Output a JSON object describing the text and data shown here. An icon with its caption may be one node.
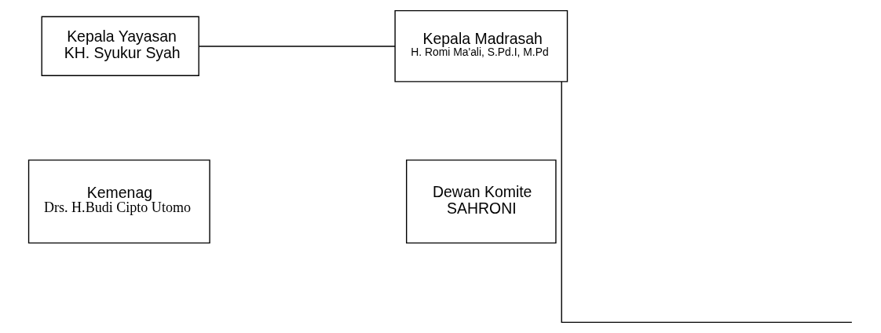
{
  "diagram": {
    "nodes": [
      {
        "text": [
          "Kepala Yayasan",
          "KH. Syukur Syah"
        ]
      },
      {
        "text": [
          "Kepala Madrasah",
          "H. Romi Ma'ali, S.Pd.I, M.Pd"
        ]
      },
      {
        "text": [
          "Kemenag",
          "Drs. H.Budi Cipto Utomo"
        ]
      },
      {
        "text": [
          "Dewan Komite",
          "SAHRONI"
        ]
      }
    ],
    "edges": [
      {
        "from": 0,
        "to": 1,
        "arrow": "none"
      },
      {
        "from": 1,
        "to": null,
        "arrow": "none"
      }
    ]
  }
}
